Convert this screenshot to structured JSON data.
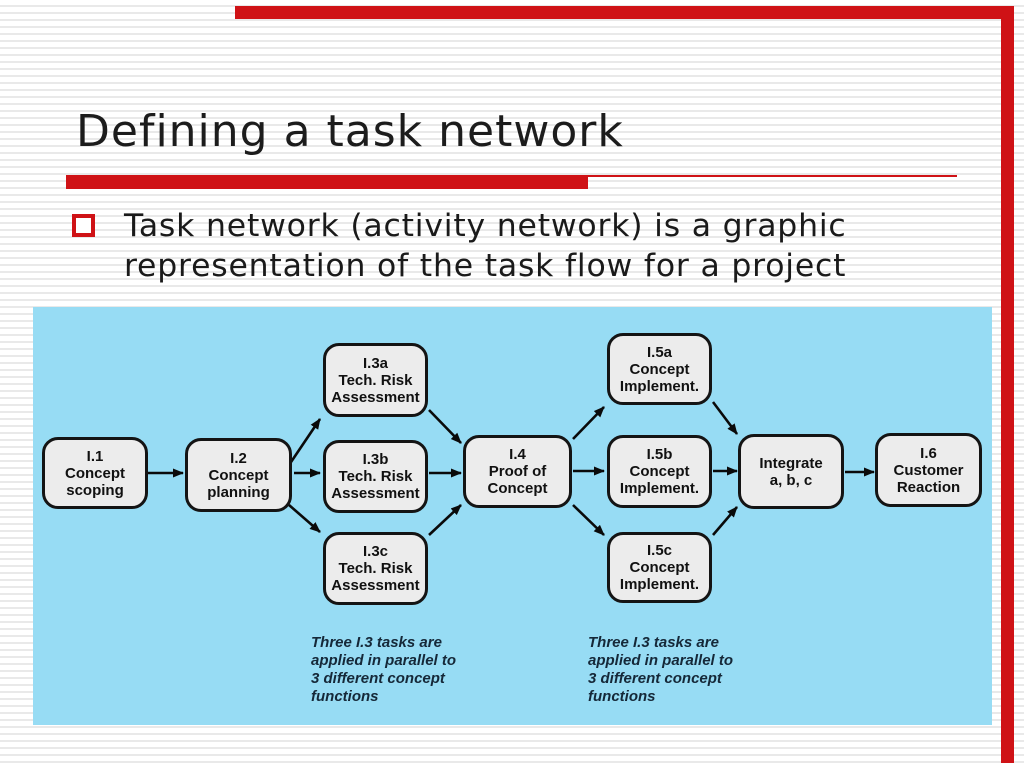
{
  "slide": {
    "title": "Defining a task network",
    "bullet": {
      "line1": "Task network (activity network) is a graphic",
      "line2": "representation of the task flow for a project"
    }
  },
  "colors": {
    "accent_red": "#cf1216",
    "panel_blue": "#97dcf4",
    "box_fill": "#ececec",
    "box_border": "#141414",
    "arrow_black": "#0a0a0a",
    "annotation_text": "#152838"
  },
  "diagram": {
    "nodes": [
      {
        "id": "i1",
        "lines": [
          "I.1",
          "Concept",
          "scoping"
        ]
      },
      {
        "id": "i2",
        "lines": [
          "I.2",
          "Concept",
          "planning"
        ]
      },
      {
        "id": "i3a",
        "lines": [
          "I.3a",
          "Tech. Risk",
          "Assessment"
        ]
      },
      {
        "id": "i3b",
        "lines": [
          "I.3b",
          "Tech. Risk",
          "Assessment"
        ]
      },
      {
        "id": "i3c",
        "lines": [
          "I.3c",
          "Tech. Risk",
          "Assessment"
        ]
      },
      {
        "id": "i4",
        "lines": [
          "I.4",
          "Proof of",
          "Concept"
        ]
      },
      {
        "id": "i5a",
        "lines": [
          "I.5a",
          "Concept",
          "Implement."
        ]
      },
      {
        "id": "i5b",
        "lines": [
          "I.5b",
          "Concept",
          "Implement."
        ]
      },
      {
        "id": "i5c",
        "lines": [
          "I.5c",
          "Concept",
          "Implement."
        ]
      },
      {
        "id": "int",
        "lines": [
          "Integrate",
          "a, b, c"
        ]
      },
      {
        "id": "i6",
        "lines": [
          "I.6",
          "Customer",
          "Reaction"
        ]
      }
    ],
    "edges": [
      {
        "from": "i1",
        "to": "i2"
      },
      {
        "from": "i2",
        "to": "i3a"
      },
      {
        "from": "i2",
        "to": "i3b"
      },
      {
        "from": "i2",
        "to": "i3c"
      },
      {
        "from": "i3a",
        "to": "i4"
      },
      {
        "from": "i3b",
        "to": "i4"
      },
      {
        "from": "i3c",
        "to": "i4"
      },
      {
        "from": "i4",
        "to": "i5a"
      },
      {
        "from": "i4",
        "to": "i5b"
      },
      {
        "from": "i4",
        "to": "i5c"
      },
      {
        "from": "i5a",
        "to": "int"
      },
      {
        "from": "i5b",
        "to": "int"
      },
      {
        "from": "i5c",
        "to": "int"
      },
      {
        "from": "int",
        "to": "i6"
      }
    ],
    "annotations": [
      {
        "lines": [
          "Three I.3 tasks are",
          "applied in parallel to",
          "3 different concept",
          "functions"
        ]
      },
      {
        "lines": [
          "Three I.3 tasks are",
          "applied in parallel to",
          "3 different concept",
          "functions"
        ]
      }
    ]
  }
}
